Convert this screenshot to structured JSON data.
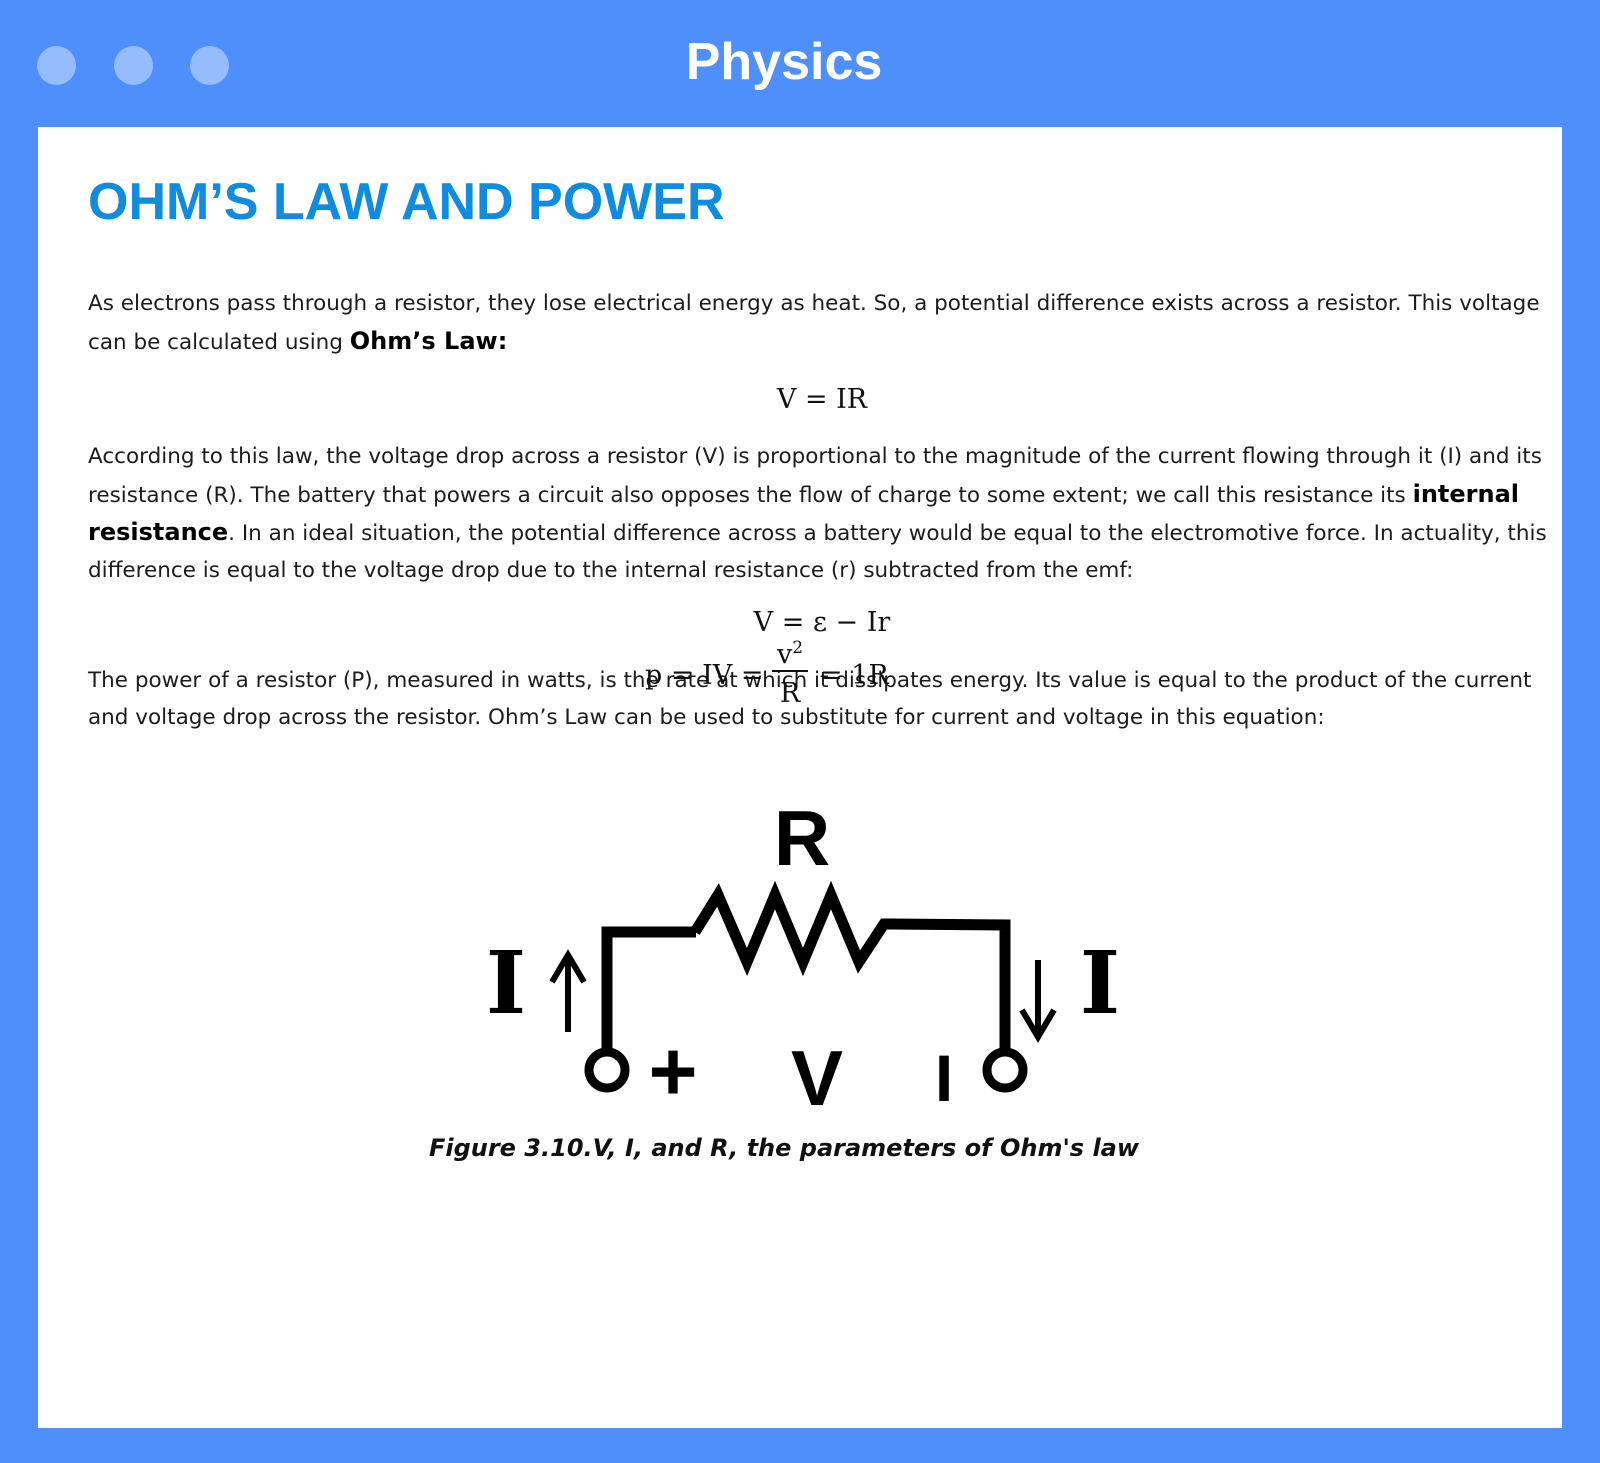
{
  "window": {
    "title": "Physics"
  },
  "article": {
    "heading": "OHM’S LAW AND POWER",
    "p1_text": "As electrons pass through a resistor, they lose electrical energy as heat. So, a potential difference exists across a resistor. This voltage can be calculated using ",
    "p1_bold": "Ohm’s Law:",
    "eq1": "V = IR",
    "p2_text_a": "According to this law, the voltage drop across a resistor (V) is proportional to the magnitude of the current flowing through it (I) and its resistance (R). The battery that powers a circuit also opposes the flow of charge to some extent; we call this resistance its ",
    "p2_bold": "internal resistance",
    "p2_text_b": ". In an ideal situation, the potential difference across a battery would be equal to the electromotive force. In actuality, this difference is equal to the voltage drop due to the internal resistance (r) subtracted from the emf:",
    "eq2": "V = ε − Ir",
    "p3_text": "The power of a resistor (P), measured in watts, is the rate at which it dissipates energy. Its value is equal to the product of the current and voltage drop across the resistor. Ohm’s Law can be used to substitute for current and voltage in this equation:",
    "eq3": {
      "lhs": "p = IV =",
      "num_base": "v",
      "num_exp": "2",
      "den": "R",
      "rhs": "= 1R"
    },
    "figure": {
      "label_r": "R",
      "label_i_left": "I",
      "label_i_right": "I",
      "label_plus": "+",
      "label_v": "V",
      "label_minus": "I"
    },
    "caption": "Figure 3.10.V, I, and R, the parameters of Ohm's law"
  }
}
